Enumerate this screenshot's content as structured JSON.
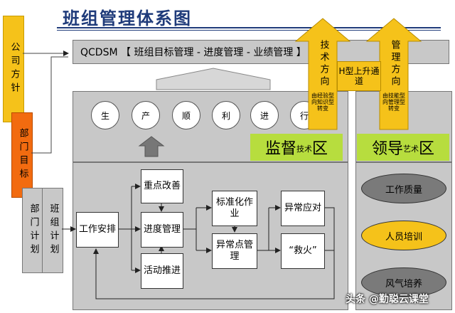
{
  "title": "班组管理体系图",
  "top_banner": "QCDSM 【 班组目标管理 - 进度管理 - 业绩管理 】",
  "h_channel": "H型上升通道",
  "left_labels": {
    "company": "公司方针",
    "dept_goal": "部门目标",
    "dept_plan": "部门计划",
    "team_plan": "班组计划"
  },
  "arrows": {
    "tech": {
      "title": "技术方向",
      "sub": "由经验型向知识型转变"
    },
    "mgmt": {
      "title": "管理方向",
      "sub": "由技能型向管理型转变"
    }
  },
  "circles": [
    "生",
    "产",
    "顺",
    "利",
    "进",
    "行"
  ],
  "zones": {
    "supervise": {
      "main": "监督",
      "sub": "技术",
      "end": "区"
    },
    "lead": {
      "main": "领导",
      "sub": "艺术",
      "end": "区"
    }
  },
  "flow": {
    "work": "工作安排",
    "key": "重点改善",
    "progress": "进度管理",
    "activity": "活动推进",
    "standard": "标准化作业",
    "anomaly_point": "异常点管理",
    "anomaly_response": "异常应对",
    "firefight": "“救火”"
  },
  "ovals": [
    "工作质量",
    "人员培训",
    "风气培养"
  ],
  "watermark": "头条 @勤聪云课堂",
  "colors": {
    "yellow": "#f5c21a",
    "orange": "#f26b10",
    "gray": "#c8c8c8",
    "green": "#b7dd3e",
    "title_blue": "#1f3b7a"
  }
}
